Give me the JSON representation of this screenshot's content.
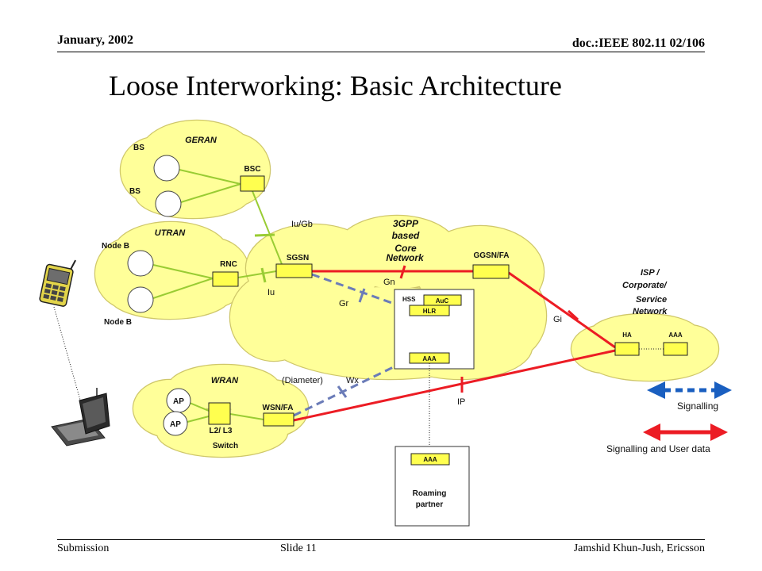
{
  "header": {
    "date": "January, 2002",
    "doc_id": "doc.:IEEE 802.11 02/106"
  },
  "title": "Loose Interworking: Basic Architecture",
  "footer": {
    "left": "Submission",
    "center": "Slide 11",
    "right": "Jamshid Khun-Jush, Ericsson"
  },
  "diagram": {
    "geran": {
      "label": "GERAN",
      "bs_top": "BS",
      "bs_bottom": "BS",
      "bsc": "BSC"
    },
    "utran": {
      "label": "UTRAN",
      "node_b_top": "Node B",
      "node_b_bottom": "Node B",
      "rnc": "RNC"
    },
    "core": {
      "label_lines": [
        "3GPP",
        "based",
        "Core",
        "Network"
      ],
      "sgsn": "SGSN",
      "ggsn": "GGSN/FA",
      "hss": "HSS",
      "auc": "AuC",
      "hlr": "HLR",
      "aaa": "AAA"
    },
    "isp": {
      "label_lines": [
        "ISP /",
        "Corporate/",
        "Service",
        "Network"
      ],
      "ha": "HA",
      "aaa": "AAA"
    },
    "wran": {
      "label": "WRAN",
      "ap_top": "AP",
      "ap_bottom": "AP",
      "switch_lines": [
        "L2/ L3",
        "Switch"
      ],
      "wsn": "WSN/FA"
    },
    "roaming": {
      "aaa": "AAA",
      "label_lines": [
        "Roaming",
        "partner"
      ]
    },
    "interfaces": {
      "iu_gb": "Iu/Gb",
      "iu": "Iu",
      "gn": "Gn",
      "gr": "Gr",
      "gi": "Gi",
      "wx": "Wx",
      "diameter": "(Diameter)",
      "ip": "IP"
    }
  },
  "legend": {
    "signalling": "Signalling",
    "signalling_user_data": "Signalling and User data"
  },
  "colors": {
    "cloud": "#ffff99",
    "node_box": "#ffff4f",
    "access_link": "#99cc33",
    "user_data_link": "#ec1c24",
    "signalling_link": "#6b7cb8",
    "legend_signalling": "#1a5fc0",
    "legend_user_data": "#ec1c24"
  }
}
